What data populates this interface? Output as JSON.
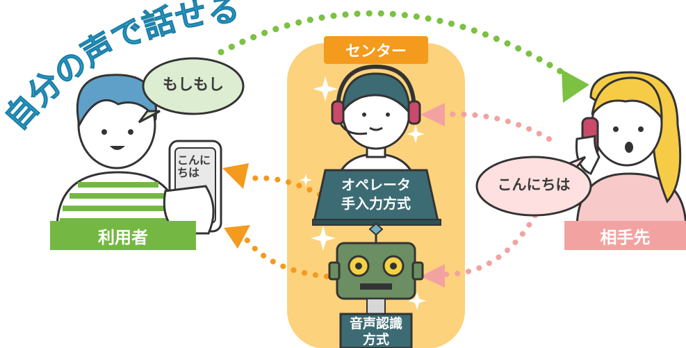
{
  "headline": "自分の声で話せる！",
  "center_label": "センター",
  "user": {
    "label": "利用者",
    "speech": "もしもし",
    "phone_text": "こんにちは"
  },
  "operator": {
    "method_label_1": "オペレータ",
    "method_label_2": "手入力方式"
  },
  "robot": {
    "method_label_1": "音声認識",
    "method_label_2": "方式"
  },
  "partner": {
    "label": "相手先",
    "speech": "こんにちは"
  },
  "colors": {
    "headline": "#2aa3d2",
    "center_bg": "#fcd27c",
    "center_label_bg": "#f49a1c",
    "user_label_bg": "#74b843",
    "partner_label_bg": "#f2a3a1",
    "green_dots": "#7cc142",
    "orange_dots": "#f49a1c",
    "pink_dots": "#f2a3a1",
    "device_bg": "#3c6b73"
  }
}
